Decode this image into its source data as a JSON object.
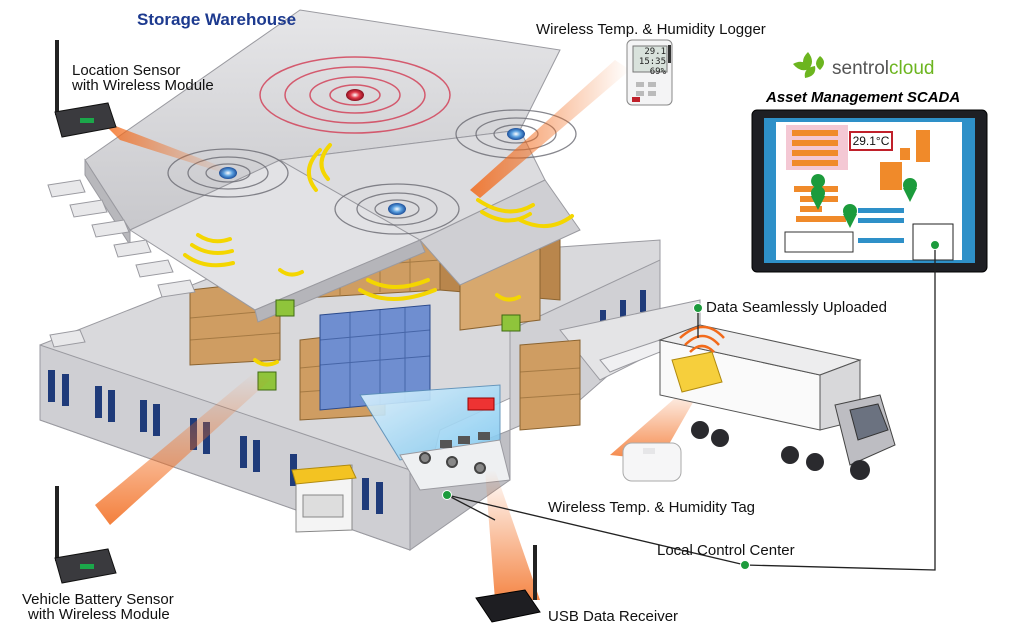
{
  "title": "Storage Warehouse",
  "labels": {
    "location_sensor_line1": "Location Sensor",
    "location_sensor_line2": "with Wireless Module",
    "logger": "Wireless Temp. & Humidity Logger",
    "data_uploaded": "Data Seamlessly Uploaded",
    "tag": "Wireless Temp. & Humidity Tag",
    "control_center": "Local Control Center",
    "vehicle_sensor_line1": "Vehicle Battery Sensor",
    "vehicle_sensor_line2": "with Wireless Module",
    "usb_receiver": "USB Data Receiver"
  },
  "brand": {
    "prefix": "sentrol",
    "suffix": "cloud"
  },
  "scada": {
    "title": "Asset Management SCADA",
    "temperature": "29.1°C"
  },
  "logger_display": {
    "line1": "29.1",
    "line2": "15:35 69%"
  },
  "colors": {
    "title": "#1d3a8f",
    "brand_green": "#6cb51f",
    "beam_orange": "#f26a1b",
    "wave_yellow": "#f4d600",
    "shelf_tan": "#cf9d62",
    "connector_green": "#1c9b3c"
  }
}
